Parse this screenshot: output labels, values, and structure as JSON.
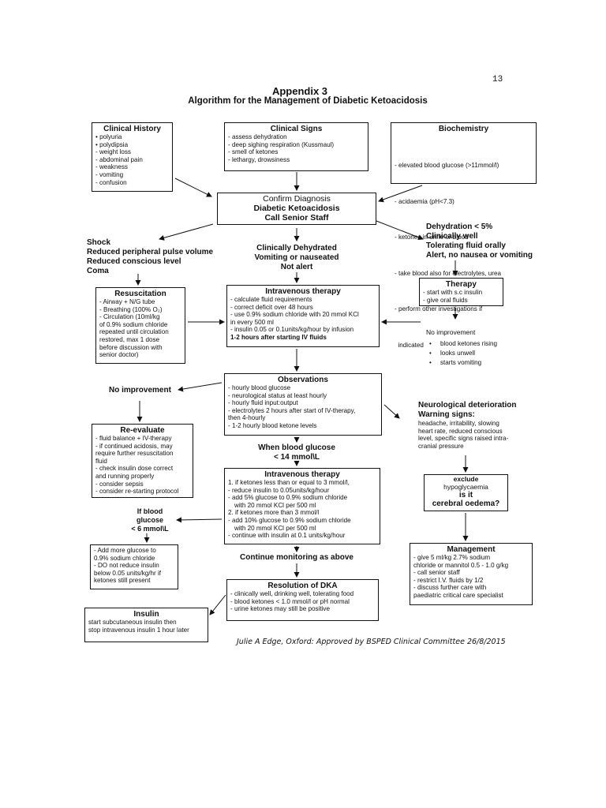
{
  "page_number": "13",
  "header": {
    "title": "Appendix 3",
    "subtitle": "Algorithm for the Management of Diabetic Ketoacidosis"
  },
  "clinical_history": {
    "title": "Clinical History",
    "items": [
      "• polyuria",
      "• polydipsia",
      "- weight loss",
      "- abdominal pain",
      "- weakness",
      "- vomiting",
      "- confusion"
    ]
  },
  "clinical_signs": {
    "title": "Clinical Signs",
    "items": [
      "- assess dehydration",
      "- deep sighing respiration (Kussmaul)",
      "- smell of ketones",
      "- lethargy, drowsiness"
    ]
  },
  "biochemistry": {
    "title": "Biochemistry",
    "items": [
      "- elevated blood glucose (>11mmol/l)",
      "- acidaemia (pH<7.3)",
      "- ketones in urine or blood",
      "- take blood also for electrolytes, urea",
      "- perform other investigations if",
      "  indicated"
    ]
  },
  "confirm": {
    "line1": "Confirm Diagnosis",
    "line2": "Diabetic Ketoacidosis",
    "line3": "Call Senior Staff"
  },
  "shock": {
    "lines": [
      "Shock",
      "Reduced peripheral pulse volume",
      "Reduced conscious level",
      "Coma"
    ]
  },
  "dehydrated": {
    "lines": [
      "Clinically Dehydrated",
      "Vomiting or nauseated",
      "Not alert"
    ]
  },
  "mild": {
    "lines": [
      "Dehydration < 5%",
      "Clinically well",
      "Tolerating fluid orally",
      "Alert, no nausea or vomiting"
    ]
  },
  "resuscitation": {
    "title": "Resuscitation",
    "items": [
      "- Airway + N/G tube",
      "- Breathing (100% O₂)",
      "- Circulation (10ml/kg",
      "of 0.9% sodium chloride",
      "repeated until circulation",
      "restored, max 1 dose",
      "before discussion with",
      "senior doctor)"
    ]
  },
  "iv1": {
    "title": "Intravenous therapy",
    "items": [
      "- calculate fluid requirements",
      "- correct deficit over 48 hours",
      "- use 0.9% sodium chloride with 20 mmol KCl",
      "in every 500 ml",
      "- insulin 0.05 or 0.1units/kg/hour by infusion",
      "1-2 hours after starting IV fluids"
    ]
  },
  "therapy": {
    "title": "Therapy",
    "items": [
      "- start with s.c insulin",
      "- give oral fluids"
    ]
  },
  "no_improvement_right": {
    "label": "No improvement",
    "items": [
      "blood ketones rising",
      "looks unwell",
      "starts vomiting"
    ]
  },
  "observations": {
    "title": "Observations",
    "items": [
      "- hourly blood glucose",
      "- neurological status at least hourly",
      "- hourly fluid input:output",
      "- electrolytes 2 hours after start of IV-therapy,",
      "then 4-hourly",
      "- 1-2 hourly blood ketone levels"
    ]
  },
  "no_improvement_left": "No improvement",
  "neuro": {
    "title1": "Neurological deterioration",
    "title2": "Warning signs:",
    "lines": [
      "headache, irritability, slowing",
      "heart rate, reduced conscious",
      "level, specific signs raised intra-",
      "cranial pressure"
    ]
  },
  "reevaluate": {
    "title": "Re-evaluate",
    "items": [
      "- fluid balance + IV-therapy",
      "- if continued acidosis, may",
      "require further resuscitation",
      "fluid",
      "- check insulin dose correct",
      "and running properly",
      "- consider sepsis",
      "- consider re-starting protocol"
    ]
  },
  "when_glucose": {
    "line1": "When blood glucose",
    "line2": "< 14 mmol\\L"
  },
  "exclude": {
    "line1": "exclude",
    "line2": "hypoglycaemia",
    "line3": "is it",
    "line4": "cerebral oedema?"
  },
  "iv2": {
    "title": "Intravenous therapy",
    "items": [
      "1. if ketones less than or equal to 3 mmol/l,",
      "- reduce insulin to 0.05units/kg/hour",
      "- add 5% glucose to 0.9% sodium chloride",
      "with 20 mmol KCl per 500 ml",
      "2. if ketones more than 3 mmol/l",
      "- add 10% glucose to 0.9% sodium chloride",
      "with 20 mmol KCl per 500 ml",
      "- continue with insulin at 0.1 units/kg/hour"
    ]
  },
  "if_blood_glucose": {
    "lines": [
      "If blood",
      "glucose",
      "< 6 mmol\\L"
    ]
  },
  "add_glucose": {
    "items": [
      "- Add more glucose to",
      "0.9% sodium chloride",
      "- DO not reduce insulin",
      "below 0.05 units/kg/hr if",
      "ketones still present"
    ]
  },
  "management": {
    "title": "Management",
    "items": [
      "- give 5 ml/kg 2.7% sodium",
      "chloride or mannitol 0.5 - 1.0 g/kg",
      "- call senior staff",
      "- restrict I.V. fluids by 1/2",
      "- discuss further care with",
      "paediatric critical care specialist"
    ]
  },
  "continue_monitoring": "Continue monitoring as above",
  "resolution": {
    "title": "Resolution of DKA",
    "items": [
      "- clinically well, drinking well, tolerating food",
      "- blood ketones < 1.0 mmol/l or pH normal",
      "- urine ketones may still be positive"
    ]
  },
  "insulin": {
    "title": "Insulin",
    "line1": "start subcutaneous insulin then",
    "line2": "stop intravenous insulin 1 hour later"
  },
  "footer": "Julie A Edge, Oxford: Approved by BSPED Clinical Committee 26/8/2015"
}
